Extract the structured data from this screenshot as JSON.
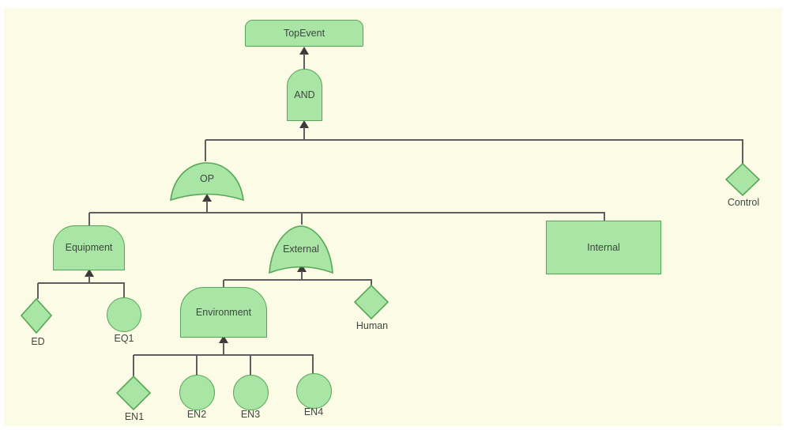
{
  "colors": {
    "page_background": "#FFFFFF",
    "canvas_background": "#FCFCE6",
    "shape_fill": "#A9E5A4",
    "shape_border": "#57A657",
    "connector_line": "#5F5F5F",
    "arrow": "#3B3B3B",
    "label_text": "#3D473F"
  },
  "nodes": {
    "top_event": {
      "label": "TopEvent",
      "shape": "rounded-top-rectangle"
    },
    "and_gate": {
      "label": "AND",
      "shape": "and-gate"
    },
    "op_gate": {
      "label": "OP",
      "shape": "or-gate"
    },
    "control": {
      "label": "Control",
      "shape": "diamond"
    },
    "equipment": {
      "label": "Equipment",
      "shape": "and-gate"
    },
    "external": {
      "label": "External",
      "shape": "or-gate"
    },
    "internal": {
      "label": "Internal",
      "shape": "rectangle"
    },
    "ed": {
      "label": "ED",
      "shape": "diamond"
    },
    "eq1": {
      "label": "EQ1",
      "shape": "circle"
    },
    "environment": {
      "label": "Environment",
      "shape": "and-gate"
    },
    "human": {
      "label": "Human",
      "shape": "diamond"
    },
    "en1": {
      "label": "EN1",
      "shape": "diamond"
    },
    "en2": {
      "label": "EN2",
      "shape": "circle"
    },
    "en3": {
      "label": "EN3",
      "shape": "circle"
    },
    "en4": {
      "label": "EN4",
      "shape": "circle"
    }
  },
  "structure": {
    "TopEvent": [
      "AND"
    ],
    "AND": [
      "OP",
      "Control"
    ],
    "OP": [
      "Equipment",
      "External",
      "Internal"
    ],
    "Equipment": [
      "ED",
      "EQ1"
    ],
    "External": [
      "Environment",
      "Human"
    ],
    "Environment": [
      "EN1",
      "EN2",
      "EN3",
      "EN4"
    ]
  }
}
